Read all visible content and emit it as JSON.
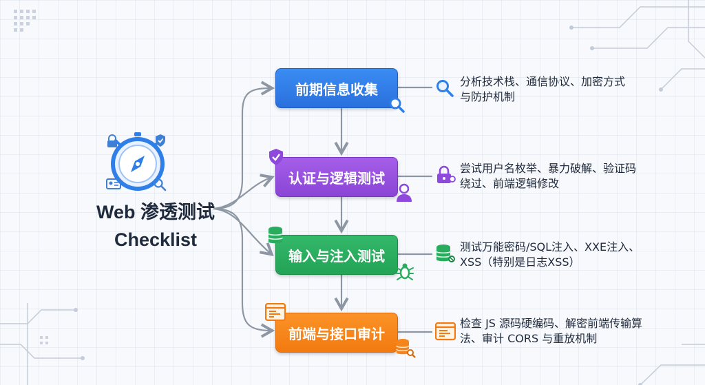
{
  "diagram": {
    "title_line1": "Web 渗透测试",
    "title_line2": "Checklist",
    "stages": [
      {
        "label": "前期信息收集",
        "description": "分析技术栈、通信协议、加密方式与防护机制",
        "desc_line1": "分析技术栈、通信协议、加密方式",
        "desc_line2": "与防护机制",
        "color": "#2f7fe8"
      },
      {
        "label": "认证与逻辑测试",
        "description": "尝试用户名枚举、暴力破解、验证码绕过、前端逻辑修改",
        "desc_line1": "尝试用户名枚举、暴力破解、验证码",
        "desc_line2": "绕过、前端逻辑修改",
        "color": "#9650e0"
      },
      {
        "label": "输入与注入测试",
        "description": "测试万能密码/SQL注入、XXE注入、XSS（特别是日志XSS）",
        "desc_line1": "测试万能密码/SQL注入、XXE注入、",
        "desc_line2": "XSS（特别是日志XSS）",
        "color": "#2aac5e"
      },
      {
        "label": "前端与接口审计",
        "description": "检查 JS 源码硬编码、解密前端传输算法、审计 CORS 与重放机制",
        "desc_line1": "检查 JS 源码硬编码、解密前端传输算",
        "desc_line2": "法、审计 CORS 与重放机制",
        "color": "#f5841a"
      }
    ],
    "icons": [
      "compass-icon",
      "lock-icon",
      "shield-icon",
      "search-icon",
      "user-icon",
      "database-icon",
      "bug-icon",
      "code-window-icon",
      "key-icon"
    ]
  }
}
